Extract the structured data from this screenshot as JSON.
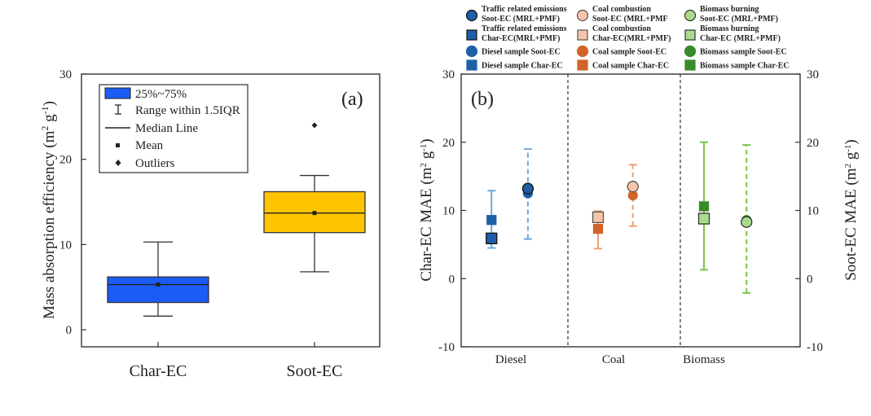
{
  "chart_data": [
    {
      "type": "box",
      "panel_label": "(a)",
      "ylabel_main": "Mass absorption  efficiency  (m",
      "ylabel_sup1": "2",
      "ylabel_mid": " g",
      "ylabel_sup2": "-1",
      "ylabel_end": ")",
      "ylim": [
        -2,
        30
      ],
      "yticks": [
        0,
        10,
        20,
        30
      ],
      "categories": [
        "Char-EC",
        "Soot-EC"
      ],
      "boxes": [
        {
          "name": "Char-EC",
          "q1": 3.2,
          "median": 5.3,
          "q3": 6.2,
          "whisker_low": 1.6,
          "whisker_high": 10.3,
          "mean": 5.3,
          "outliers": [],
          "color": "#1a5cf5"
        },
        {
          "name": "Soot-EC",
          "q1": 11.4,
          "median": 13.7,
          "q3": 16.2,
          "whisker_low": 6.8,
          "whisker_high": 18.1,
          "mean": 13.7,
          "outliers": [
            24.0
          ],
          "color": "#ffc400"
        }
      ],
      "legend": [
        "25%~75%",
        "Range within 1.5IQR",
        "Median Line",
        "Mean",
        "Outliers"
      ]
    },
    {
      "type": "scatter",
      "panel_label": "(b)",
      "ylabel_left": "Char-EC MAE (m",
      "ylabel_left_sup1": "2",
      "ylabel_left_mid": " g",
      "ylabel_left_sup2": "-1",
      "ylabel_left_end": ")",
      "ylabel_right": "Soot-EC MAE (m",
      "ylabel_right_sup1": "2",
      "ylabel_right_mid": " g",
      "ylabel_right_sup2": "-1",
      "ylabel_right_end": ")",
      "ylim": [
        -10,
        30
      ],
      "yticks": [
        -10,
        0,
        10,
        20,
        30
      ],
      "categories": [
        "Diesel",
        "Coal",
        "Biomass"
      ],
      "series": [
        {
          "name": "Diesel char range",
          "category": "Diesel",
          "offset": -0.25,
          "low": 4.5,
          "high": 12.9,
          "dashed": false,
          "color": "#6fa8dc"
        },
        {
          "name": "Diesel soot range",
          "category": "Diesel",
          "offset": 0.22,
          "low": 5.8,
          "high": 19.0,
          "dashed": true,
          "color": "#6fa8dc"
        },
        {
          "name": "Coal char range",
          "category": "Coal",
          "offset": -0.2,
          "low": 4.4,
          "high": 9.9,
          "dashed": false,
          "color": "#f0a070"
        },
        {
          "name": "Coal soot range",
          "category": "Coal",
          "offset": 0.25,
          "low": 7.7,
          "high": 16.7,
          "dashed": true,
          "color": "#f0a070"
        },
        {
          "name": "Biomass char range",
          "category": "Biomass",
          "offset": 0.0,
          "low": 1.3,
          "high": 20.0,
          "dashed": false,
          "color": "#7cc44a"
        },
        {
          "name": "Biomass soot range",
          "category": "Biomass",
          "offset": 0.55,
          "low": -2.1,
          "high": 19.6,
          "dashed": true,
          "color": "#7cc44a"
        }
      ],
      "points": [
        {
          "name": "Diesel sample Char-EC",
          "category": "Diesel",
          "offset": -0.25,
          "value": 8.6,
          "shape": "square",
          "fill": "#1f5fa8",
          "stroke": "#1f5fa8",
          "size": 11
        },
        {
          "name": "Traffic Char-EC",
          "category": "Diesel",
          "offset": -0.25,
          "value": 5.9,
          "shape": "square",
          "fill": "#1f5fa8",
          "stroke": "#111",
          "size": 13
        },
        {
          "name": "Diesel sample Soot-EC",
          "category": "Diesel",
          "offset": 0.22,
          "value": 12.5,
          "shape": "circle",
          "fill": "#1f5fa8",
          "stroke": "#1f5fa8",
          "size": 11
        },
        {
          "name": "Traffic Soot-EC",
          "category": "Diesel",
          "offset": 0.22,
          "value": 13.2,
          "shape": "circle",
          "fill": "#1f5fa8",
          "stroke": "#111",
          "size": 13
        },
        {
          "name": "Coal sample Char-EC",
          "category": "Coal",
          "offset": -0.2,
          "value": 7.3,
          "shape": "square",
          "fill": "#d2642a",
          "stroke": "#d2642a",
          "size": 11
        },
        {
          "name": "Coal combustion Char-EC",
          "category": "Coal",
          "offset": -0.2,
          "value": 9.0,
          "shape": "square",
          "fill": "#f6c4a8",
          "stroke": "#555",
          "size": 13
        },
        {
          "name": "Coal sample Soot-EC",
          "category": "Coal",
          "offset": 0.25,
          "value": 12.2,
          "shape": "circle",
          "fill": "#d2642a",
          "stroke": "#d2642a",
          "size": 11
        },
        {
          "name": "Coal combustion Soot-EC",
          "category": "Coal",
          "offset": 0.25,
          "value": 13.5,
          "shape": "circle",
          "fill": "#f6c4a8",
          "stroke": "#555",
          "size": 13
        },
        {
          "name": "Biomass sample Char-EC",
          "category": "Biomass",
          "offset": 0.0,
          "value": 10.6,
          "shape": "square",
          "fill": "#3a8a2a",
          "stroke": "#3a8a2a",
          "size": 11
        },
        {
          "name": "Biomass burning Char-EC",
          "category": "Biomass",
          "offset": 0.0,
          "value": 8.8,
          "shape": "square",
          "fill": "#a9dc8c",
          "stroke": "#333",
          "size": 13
        },
        {
          "name": "Biomass sample Soot-EC",
          "category": "Biomass",
          "offset": 0.55,
          "value": 8.6,
          "shape": "circle",
          "fill": "#3a8a2a",
          "stroke": "#3a8a2a",
          "size": 11
        },
        {
          "name": "Biomass burning Soot-EC",
          "category": "Biomass",
          "offset": 0.55,
          "value": 8.3,
          "shape": "circle",
          "fill": "#a9dc8c",
          "stroke": "#333",
          "size": 13
        }
      ],
      "legend": [
        {
          "lines": [
            "Traffic related emissions",
            "Soot-EC (MRL+PMF)"
          ],
          "shape": "circle",
          "fill": "#1f5fa8",
          "stroke": "#111"
        },
        {
          "lines": [
            "Coal combustion",
            "Soot-EC (MRL+PMF"
          ],
          "shape": "circle",
          "fill": "#f6c4a8",
          "stroke": "#555"
        },
        {
          "lines": [
            "Biomass burning",
            "Soot-EC (MRL+PMF)"
          ],
          "shape": "circle",
          "fill": "#a9dc8c",
          "stroke": "#333"
        },
        {
          "lines": [
            "Traffic related emissions",
            "Char-EC(MRL+PMF)"
          ],
          "shape": "square",
          "fill": "#1f5fa8",
          "stroke": "#111"
        },
        {
          "lines": [
            "Coal combustion",
            "Char-EC(MRL+PMF)"
          ],
          "shape": "square",
          "fill": "#f6c4a8",
          "stroke": "#555"
        },
        {
          "lines": [
            "Biomass burning",
            "Char-EC (MRL+PMF)"
          ],
          "shape": "square",
          "fill": "#a9dc8c",
          "stroke": "#333"
        },
        {
          "lines": [
            "Diesel sample Soot-EC"
          ],
          "shape": "circle",
          "fill": "#1f5fa8",
          "stroke": "#1f5fa8"
        },
        {
          "lines": [
            "Coal sample Soot-EC"
          ],
          "shape": "circle",
          "fill": "#d2642a",
          "stroke": "#d2642a"
        },
        {
          "lines": [
            "Biomass sample Soot-EC"
          ],
          "shape": "circle",
          "fill": "#3a8a2a",
          "stroke": "#3a8a2a"
        },
        {
          "lines": [
            "Diesel sample Char-EC"
          ],
          "shape": "square",
          "fill": "#1f5fa8",
          "stroke": "#1f5fa8"
        },
        {
          "lines": [
            "Coal sample Char-EC"
          ],
          "shape": "square",
          "fill": "#d2642a",
          "stroke": "#d2642a"
        },
        {
          "lines": [
            "Biomass sample Char-EC"
          ],
          "shape": "square",
          "fill": "#3a8a2a",
          "stroke": "#3a8a2a"
        }
      ]
    }
  ]
}
